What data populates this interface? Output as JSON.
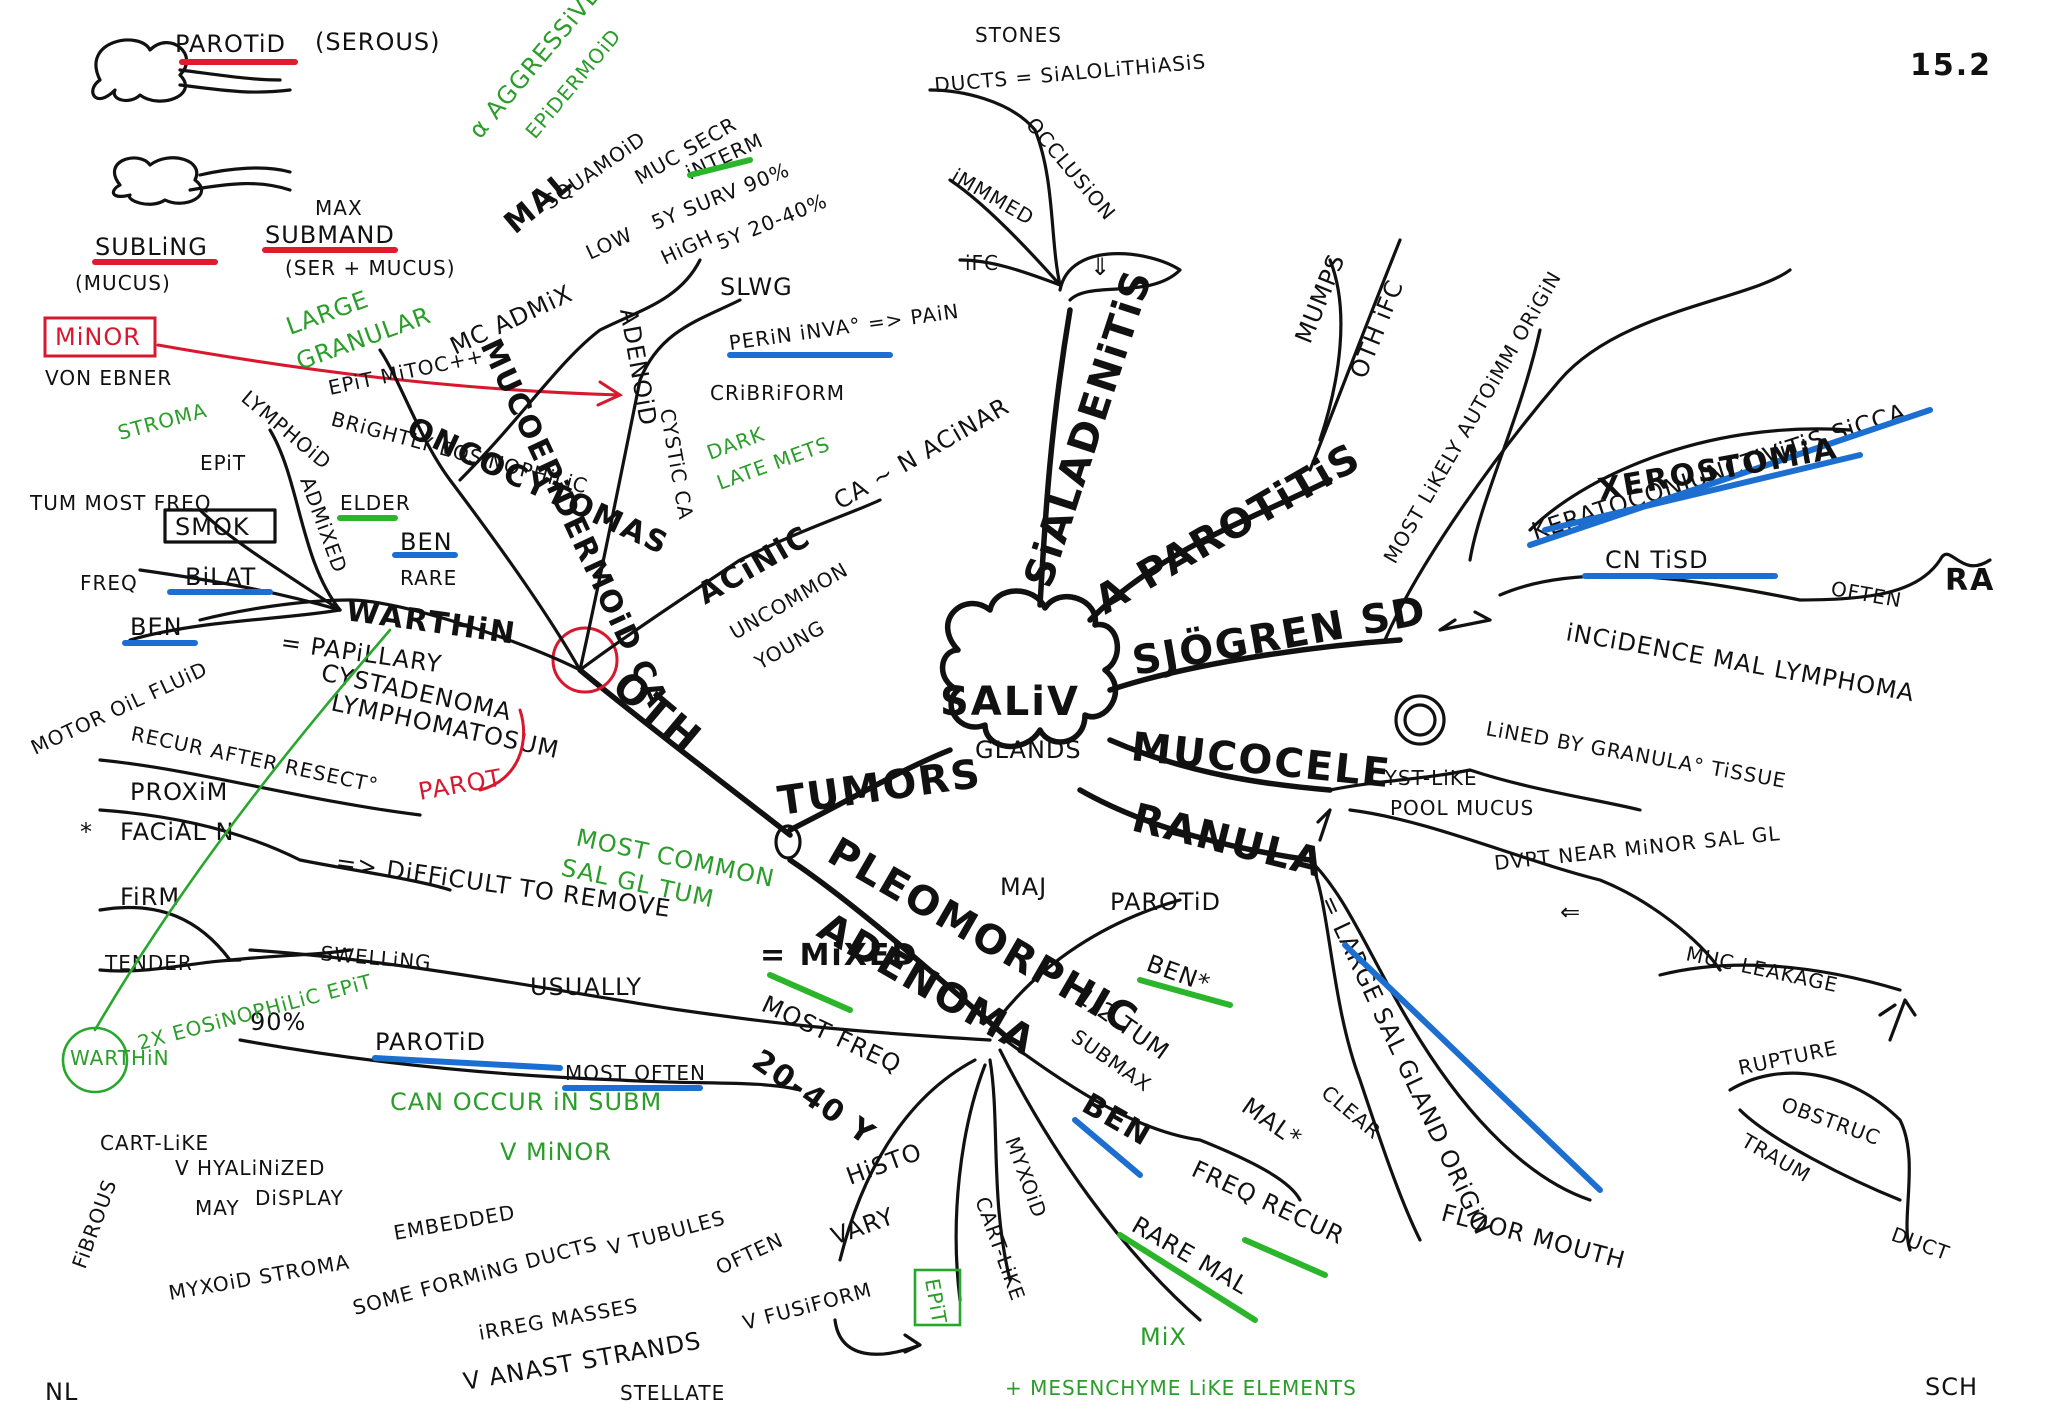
{
  "page_number": "15.2",
  "corner_left": "NL",
  "corner_right": "SCH",
  "center": {
    "line1": "SALiV",
    "line2": "GLANDS"
  },
  "legend": {
    "parotid": "PAROTiD",
    "parotid_note": "(SEROUS)",
    "max": "MAX",
    "submand": "SUBMAND",
    "submand_note": "(SER + MUCUS)",
    "subling": "SUBLiNG",
    "subling_note": "(MUCUS)",
    "minor": "MiNOR",
    "von_ebner": "VON EBNER"
  },
  "branches": {
    "tumors": "TUMORS",
    "sialadenitis": "SiALADENiTiS",
    "parotitis": "A PAROTiTiS",
    "sjogren": "SJÖGREN SD",
    "mucocele": "MUCOCELE",
    "ranula": "RANULA",
    "pleomorphic": "PLEOMORPHIC",
    "adenoma": "ADENOMA",
    "oth": "OTH"
  },
  "sialadenitis_sub": {
    "stones": "STONES",
    "ducts": "DUCTS = SiALOLiTHiASiS",
    "occlusion": "OCCLUSiON",
    "immmed": "iMMMED",
    "ifc": "iFC",
    "mumps": "MUMPS",
    "oth_ifc": "OTH iFC"
  },
  "sjogren_sub": {
    "origin": "MOST LiKELY AUTOiMM ORiGiN",
    "sicca": "KERATOCONJUNCTiViTiS SiCCA",
    "xerostomia": "XEROSTOMiA",
    "ctd": "CN TiSD",
    "often": "OFTEN",
    "ra": "RA",
    "incidence": "iNCiDENCE MAL LYMPHOMA"
  },
  "mucocele_sub": {
    "cyst": "CYST-LiKE",
    "pool": "POOL MUCUS",
    "lined": "LiNED BY GRANULA° TiSSUE",
    "dvpt": "DVPT NEAR MiNOR SAL GL",
    "leakage": "MUC LEAKAGE",
    "rupture": "RUPTURE",
    "obstruc": "OBSTRUC",
    "traum": "TRAUM",
    "duct": "DUCT"
  },
  "ranula_sub": {
    "large": "= LARGE SAL GLAND ORiGiN",
    "clear": "CLEAR",
    "floor": "FLOOR MOUTH"
  },
  "pleo_sub": {
    "maj": "MAJ",
    "parotid": "PAROTiD",
    "ben": "BEN*",
    "half": "1/2 TUM",
    "submax": "SUBMAX",
    "mal": "MAL*",
    "benign": "BEN",
    "freq_recur": "FREQ RECUR",
    "rare_mal": "RARE MAL",
    "mix": "MiX",
    "mesen": "+ MESENCHYME LiKE ELEMENTS",
    "most_common": "MOST COMMON",
    "sal_gl_tum": "SAL GL TUM",
    "mixed": "= MiXED",
    "most_freq": "MOST FREQ",
    "age": "20-40 Y",
    "usually": "USUALLY",
    "go_pct": "90%",
    "parotid2": "PAROTiD",
    "most_often": "MOST OFTEN",
    "can_occur": "CAN OCCUR iN SUBM",
    "v_minor": "V MiNOR",
    "swelling": "SWELLiNG",
    "histo": "HiSTO",
    "vary": "VARY",
    "myxoid": "MYXOiD",
    "cart": "CART-LiKE",
    "epit": "EPiT",
    "fusiform": "V FUSiFORM",
    "stellate": "STELLATE",
    "irreg": "iRREG MASSES",
    "vavast": "V ANAST STRANDS",
    "often": "OFTEN",
    "some": "SOME FORMiNG DUCTS",
    "tubules": "V TUBULES",
    "embedded": "EMBEDDED",
    "myxoid_stroma": "MYXOiD STROMA",
    "fibrous": "FiBROUS",
    "may": "MAY",
    "dysplay": "DiSPLAY",
    "cart2": "CART-LiKE",
    "hyal": "V HYALiNiZED",
    "firm": "FiRM",
    "tender": "TENDER",
    "proxim": "PROXiM",
    "facial": "FACiAL N",
    "difficult": "=> DiFFiCULT TO REMOVE",
    "recur": "RECUR AFTER RESECT°"
  },
  "oth_sub": {
    "warthin": "WARTHiN",
    "papillary": "= PAPiLLARY",
    "cystadenoma": "CYSTADENOMA",
    "lymphomatosum": "LYMPHOMATOSUM",
    "parot": "PAROT",
    "ben": "BEN",
    "freq": "FREQ",
    "bilat": "BiLAT",
    "smok": "SMOK",
    "tum_most_freq": "TUM MOST FREQ",
    "epit": "EPiT",
    "lymphoid": "LYMPHOiD",
    "admixed": "ADMiXED",
    "stroma": "STROMA",
    "motor_oil": "MOTOR OiL FLUiD",
    "eosino": "2X EOSiNOPHiLiC EPiT",
    "warthin_circle": "WARTHiN",
    "oncocytomas": "ONCOCYTOMAS",
    "elder": "ELDER",
    "ben2": "BEN",
    "rare": "RARE",
    "epit_mitoc": "EPiT MiTOC++",
    "brightly": "BRiGHTLY EOSiNOPHiLiC",
    "mucoep": "MUCOEPiDERMOiD CA",
    "admix": "MC ADMiX",
    "squamoid": "SQUAMOiD",
    "muc_sec": "MUC SECR",
    "mal": "MAL",
    "interm": "iNTERM",
    "low": "LOW",
    "high": "HiGH",
    "surv_low": "5Y SURV 90%",
    "surv_high": "5Y 20-40%",
    "slwg": "SLWG",
    "perin": "PERiN iNVA° => PAiN",
    "cribri": "CRiBRiFORM",
    "dark": "DARK",
    "late_mets": "LATE METS",
    "adenoid": "ADENOiD",
    "cystic": "CYSTiC CA",
    "acinic": "ACiNiC",
    "ca_acinar": "CA ~ N ACiNAR",
    "uncommon": "UNCOMMON",
    "young": "YOUNG",
    "aggressive": "α AGGRESSiVE",
    "epidermoid": "EPiDERMOiD",
    "large": "LARGE",
    "granular": "GRANULAR"
  }
}
